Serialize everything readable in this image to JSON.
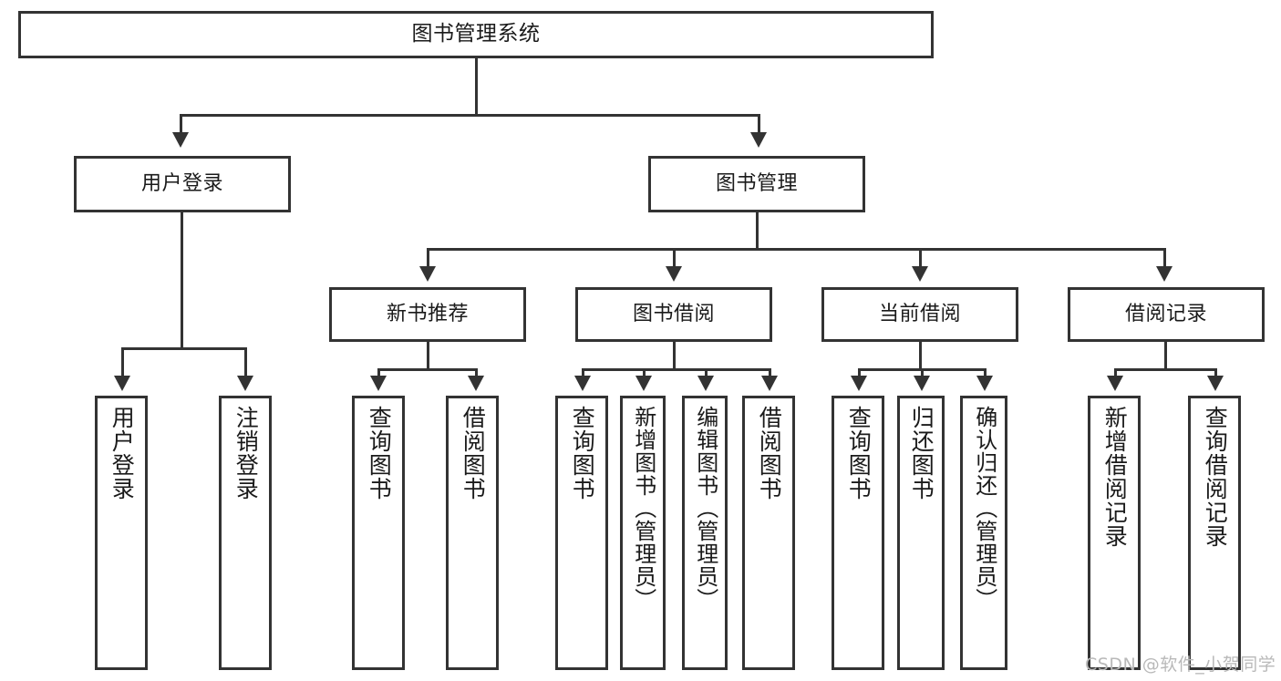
{
  "diagram": {
    "title": "图书管理系统",
    "type": "hierarchy-tree",
    "watermark": "CSDN @软件_小贺同学",
    "colors": {
      "stroke": "#333333",
      "fill": "#ffffff",
      "text": "#1a1a1a",
      "watermark": "#b9b9b9"
    },
    "root": {
      "label": "图书管理系统"
    },
    "level2": [
      {
        "label": "用户登录"
      },
      {
        "label": "图书管理"
      }
    ],
    "level3": [
      {
        "label": "新书推荐"
      },
      {
        "label": "图书借阅"
      },
      {
        "label": "当前借阅"
      },
      {
        "label": "借阅记录"
      }
    ],
    "leaves": {
      "user_login": [
        {
          "label": "用户登录"
        },
        {
          "label": "注销登录"
        }
      ],
      "new_book": [
        {
          "label": "查询图书"
        },
        {
          "label": "借阅图书"
        }
      ],
      "book_borrow": [
        {
          "label": "查询图书"
        },
        {
          "label": "新增图书（管理员）"
        },
        {
          "label": "编辑图书（管理员）"
        },
        {
          "label": "借阅图书"
        }
      ],
      "current_borrow": [
        {
          "label": "查询图书"
        },
        {
          "label": "归还图书"
        },
        {
          "label": "确认归还（管理员）"
        }
      ],
      "borrow_record": [
        {
          "label": "新增借阅记录"
        },
        {
          "label": "查询借阅记录"
        }
      ]
    }
  }
}
